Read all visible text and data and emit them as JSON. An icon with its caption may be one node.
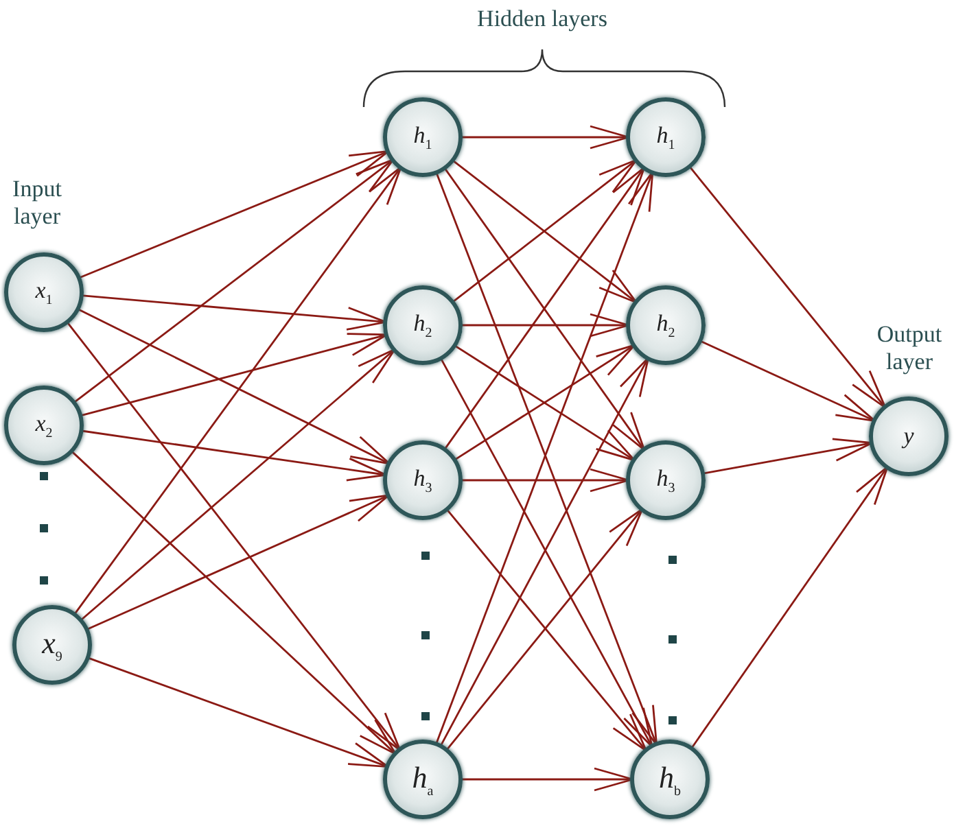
{
  "diagram": {
    "nodes": [
      {
        "text": [
          "*x*$_{1}$"
        ]
      },
      {
        "text": [
          "*x*$_{2}$"
        ]
      },
      {
        "text": [
          "*x*$_{9}$"
        ]
      },
      {
        "text": [
          "*h*$_{1}$"
        ]
      },
      {
        "text": [
          "*h*$_{2}$"
        ]
      },
      {
        "text": [
          "*h*$_{3}$"
        ]
      },
      {
        "text": [
          "*h*$_{a}$"
        ]
      },
      {
        "text": [
          "*h*$_{1}$"
        ]
      },
      {
        "text": [
          "*h*$_{2}$"
        ]
      },
      {
        "text": [
          "*h*$_{3}$"
        ]
      },
      {
        "text": [
          "*h*$_{b}$"
        ]
      },
      {
        "text": [
          "*y*"
        ]
      }
    ],
    "edges": [
      {
        "from": 0,
        "to": 3,
        "arrow": "to"
      },
      {
        "from": 0,
        "to": 4,
        "arrow": "to"
      },
      {
        "from": 0,
        "to": 5,
        "arrow": "to"
      },
      {
        "from": 0,
        "to": 6,
        "arrow": "to"
      },
      {
        "from": 1,
        "to": 3,
        "arrow": "to"
      },
      {
        "from": 1,
        "to": 4,
        "arrow": "to"
      },
      {
        "from": 1,
        "to": 5,
        "arrow": "to"
      },
      {
        "from": 1,
        "to": 6,
        "arrow": "to"
      },
      {
        "from": 2,
        "to": 3,
        "arrow": "to"
      },
      {
        "from": 2,
        "to": 4,
        "arrow": "to"
      },
      {
        "from": 2,
        "to": 5,
        "arrow": "to"
      },
      {
        "from": 2,
        "to": 6,
        "arrow": "to"
      },
      {
        "from": 3,
        "to": 7,
        "arrow": "to"
      },
      {
        "from": 3,
        "to": 8,
        "arrow": "to"
      },
      {
        "from": 3,
        "to": 9,
        "arrow": "to"
      },
      {
        "from": 3,
        "to": 10,
        "arrow": "to"
      },
      {
        "from": 4,
        "to": 7,
        "arrow": "to"
      },
      {
        "from": 4,
        "to": 8,
        "arrow": "to"
      },
      {
        "from": 4,
        "to": 9,
        "arrow": "to"
      },
      {
        "from": 4,
        "to": 10,
        "arrow": "to"
      },
      {
        "from": 5,
        "to": 7,
        "arrow": "to"
      },
      {
        "from": 5,
        "to": 8,
        "arrow": "to"
      },
      {
        "from": 5,
        "to": 9,
        "arrow": "to"
      },
      {
        "from": 5,
        "to": 10,
        "arrow": "to"
      },
      {
        "from": 6,
        "to": 7,
        "arrow": "to"
      },
      {
        "from": 6,
        "to": 8,
        "arrow": "to"
      },
      {
        "from": 6,
        "to": 9,
        "arrow": "to"
      },
      {
        "from": 6,
        "to": 10,
        "arrow": "to"
      },
      {
        "from": 7,
        "to": 11,
        "arrow": "to"
      },
      {
        "from": 8,
        "to": 11,
        "arrow": "to"
      },
      {
        "from": 9,
        "to": 11,
        "arrow": "to"
      },
      {
        "from": 10,
        "to": 11,
        "arrow": "to"
      }
    ],
    "labels": [
      "Hidden layers",
      "Input layer",
      "Output layer"
    ]
  }
}
